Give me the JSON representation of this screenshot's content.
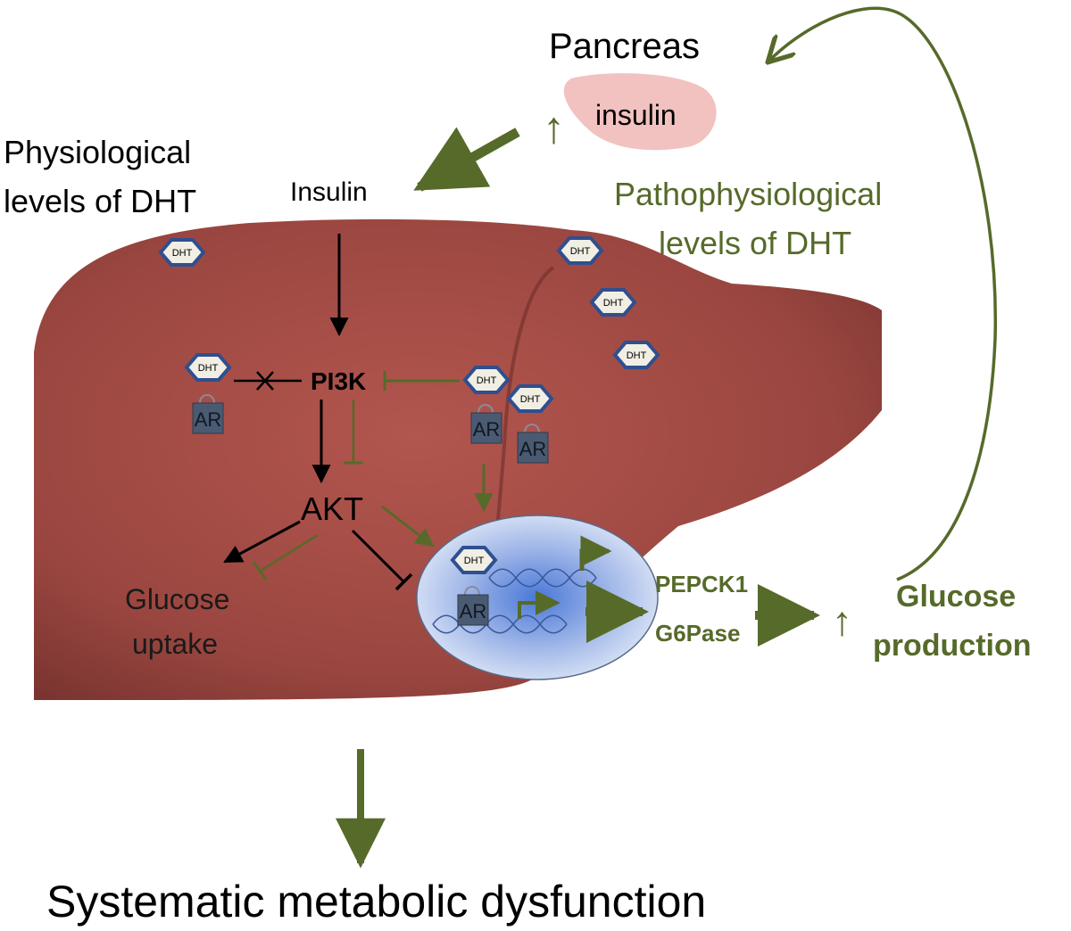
{
  "pancreas": {
    "title": "Pancreas",
    "label": "insulin",
    "up_arrow": "↑"
  },
  "physiological": {
    "line1": "Physiological",
    "line2": "levels of DHT"
  },
  "pathophysiological": {
    "line1": "Pathophysiological",
    "line2": "levels of  DHT"
  },
  "insulin": "Insulin",
  "pathway": {
    "pi3k": "PI3K",
    "akt": "AKT",
    "glucose_uptake": {
      "line1": "Glucose",
      "line2": "uptake"
    }
  },
  "molecules": {
    "dht": "DHT",
    "ar": "AR"
  },
  "genes": {
    "pepck1": "PEPCK1",
    "g6pase": "G6Pase"
  },
  "glucose_production": {
    "up_arrow": "↑",
    "line1": "Glucose",
    "line2": "production"
  },
  "outcome": "Systematic metabolic dysfunction",
  "colors": {
    "olive": "#566a2a",
    "black": "#000000",
    "liver": "#a04a44",
    "pancreas": "#f2c2c0",
    "nucleus": "#c9d6ef",
    "dht_border": "#2f4f8f",
    "ar_fill": "#4a5a72"
  }
}
